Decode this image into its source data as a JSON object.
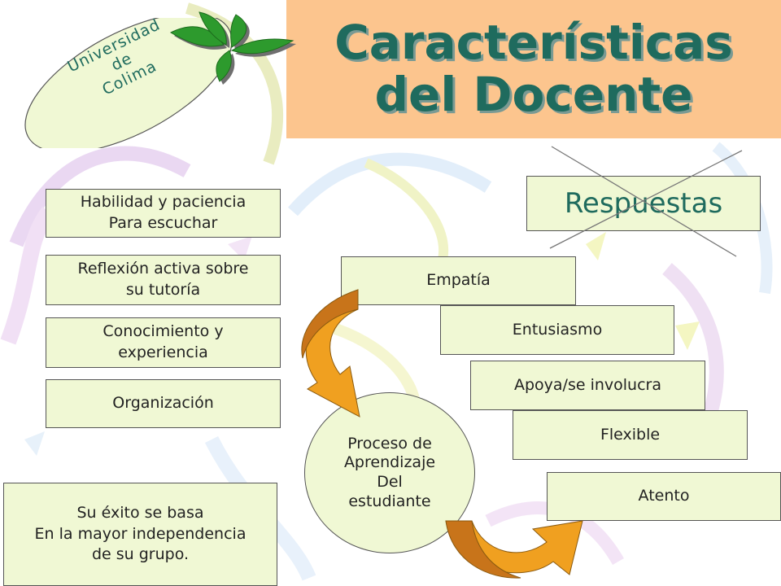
{
  "header": {
    "title": "Características\ndel Docente",
    "university": "Universidad\nde\nColima"
  },
  "left_boxes": [
    {
      "label": "Habilidad y paciencia\nPara escuchar"
    },
    {
      "label": "Reflexión activa sobre\nsu tutoría"
    },
    {
      "label": "Conocimiento y\nexperiencia"
    },
    {
      "label": "Organización"
    }
  ],
  "note": {
    "label": "Su éxito se basa\nEn la mayor independencia\nde su grupo."
  },
  "respuestas": {
    "label": "Respuestas"
  },
  "right_boxes": [
    {
      "label": "Empatía"
    },
    {
      "label": "Entusiasmo"
    },
    {
      "label": "Apoya/se involucra"
    },
    {
      "label": "Flexible"
    },
    {
      "label": "Atento"
    }
  ],
  "center": {
    "label": "Proceso de\nAprendizaje\nDel\nestudiante"
  },
  "colors": {
    "box_fill": "#f0f8d4",
    "title_bg": "#fcc58e",
    "title_text": "#1f6b5e",
    "arrow_orange": "#f0a020",
    "arrow_brown": "#c8741a",
    "leaf_green": "#2d9a2d"
  }
}
